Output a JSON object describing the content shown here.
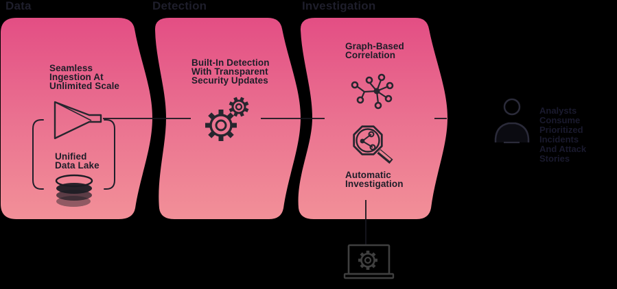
{
  "diagram": {
    "title_hidden": "",
    "stages": [
      {
        "label": "Data",
        "items": [
          {
            "text": "Seamless\nIngestion At\nUnlimited Scale"
          },
          {
            "text": "Unified\nData Lake"
          }
        ],
        "icons": [
          "funnel-icon",
          "bracket-frame",
          "database-stack-icon"
        ]
      },
      {
        "label": "Detection",
        "items": [
          {
            "text": "Built-In Detection\nWith Transparent\nSecurity Updates"
          }
        ],
        "icons": [
          "gears-icon"
        ]
      },
      {
        "label": "Investigation",
        "items": [
          {
            "text": "Graph-Based\nCorrelation"
          },
          {
            "text": "Automatic\nInvestigation"
          }
        ],
        "icons": [
          "network-graph-icon",
          "magnifier-share-icon"
        ]
      }
    ],
    "outcome": {
      "text": "Analysts Consume\nPrioritized Incidents\nAnd Attack Stories",
      "icon": "analyst-person-icon"
    },
    "bottom_icon": "laptop-gear-icon",
    "colors": {
      "background": "#000000",
      "panel_gradient_top": "#e34e84",
      "panel_gradient_mid": "#ea7190",
      "panel_gradient_bottom": "#f29098",
      "panel_text": "#1d1d28",
      "icon_outline": "#26262e",
      "connector_line": "#16161e",
      "laptop_gray": "#3f3f3f"
    }
  }
}
